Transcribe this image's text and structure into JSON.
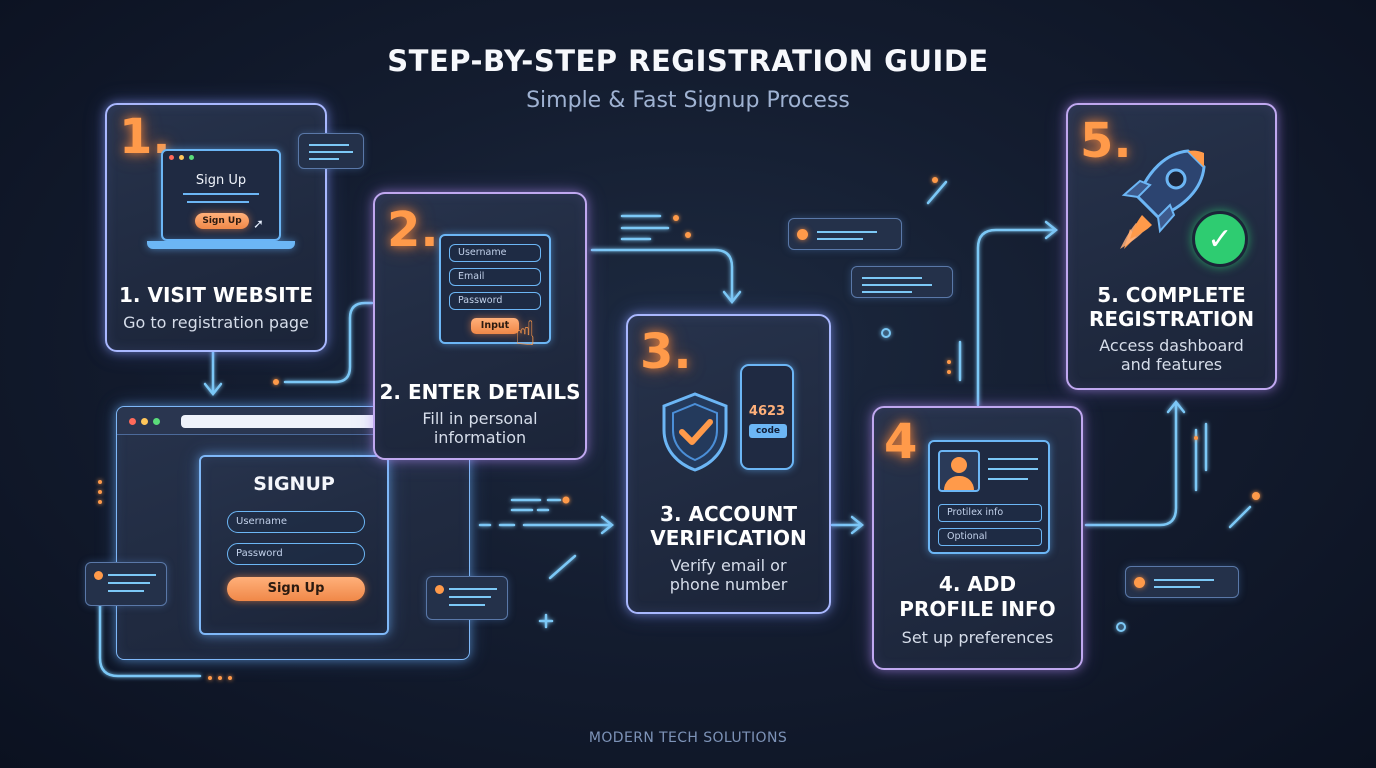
{
  "header": {
    "title": "STEP-BY-STEP REGISTRATION GUIDE",
    "subtitle": "Simple & Fast Signup Process"
  },
  "steps": [
    {
      "number": "1.",
      "title": "1. VISIT WEBSITE",
      "description": "Go to registration page",
      "laptop_heading": "Sign Up",
      "laptop_button": "Sign Up"
    },
    {
      "number": "2.",
      "title": "2. ENTER DETAILS",
      "description_line1": "Fill in personal",
      "description_line2": "information",
      "fields": [
        "Username",
        "Email",
        "Password"
      ],
      "button": "Input"
    },
    {
      "number": "3.",
      "title_line1": "3. ACCOUNT",
      "title_line2": "VERIFICATION",
      "description_line1": "Verify email or",
      "description_line2": "phone number",
      "phone_code": "4623",
      "phone_label": "code"
    },
    {
      "number": "4",
      "title_line1": "4. ADD",
      "title_line2": "PROFILE INFO",
      "description": "Set up preferences",
      "fields": [
        "Protilex info",
        "Optional"
      ]
    },
    {
      "number": "5.",
      "title_line1": "5. COMPLETE",
      "title_line2": "REGISTRATION",
      "description_line1": "Access dashboard",
      "description_line2": "and features"
    }
  ],
  "signup_window": {
    "heading": "SIGNUP",
    "username_placeholder": "Username",
    "password_placeholder": "Password",
    "button": "Sign Up"
  },
  "footer": {
    "brand": "MODERN TECH SOLUTIONS"
  },
  "colors": {
    "accent_orange": "#ff9a4a",
    "line_blue": "#7cc8f6",
    "card_border": "#a9b8ff",
    "success_green": "#2ecc71"
  }
}
